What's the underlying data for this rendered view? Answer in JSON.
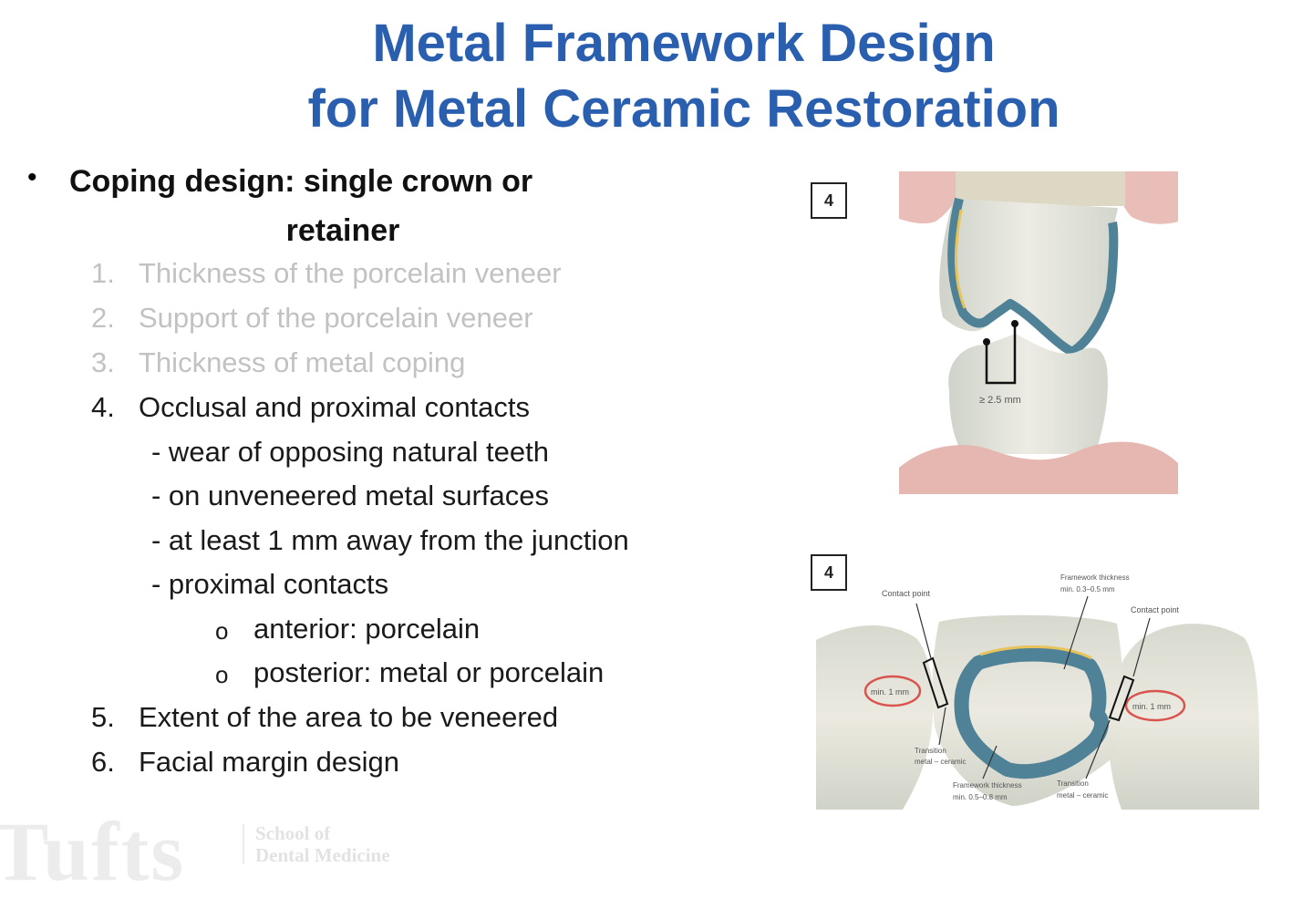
{
  "slide": {
    "title_line1": "Metal Framework Design",
    "title_line2": "for Metal Ceramic Restoration",
    "bullet": {
      "dot": "•",
      "line1": "Coping design: single crown or",
      "line2": "retainer"
    },
    "items": [
      {
        "num": "1.",
        "text": "Thickness of the porcelain veneer"
      },
      {
        "num": "2.",
        "text": "Support of the porcelain veneer"
      },
      {
        "num": "3.",
        "text": "Thickness of metal coping"
      },
      {
        "num": "4.",
        "text": "Occlusal and proximal contacts"
      },
      {
        "num": "5.",
        "text": "Extent of the area to be veneered"
      },
      {
        "num": "6.",
        "text": "Facial margin design"
      }
    ],
    "subitems": [
      "- wear of opposing natural teeth",
      "- on unveneered metal surfaces",
      "- at least 1 mm away from the junction",
      "- proximal contacts"
    ],
    "subsubitems": [
      {
        "marker": "o",
        "text": "anterior: porcelain"
      },
      {
        "marker": "o",
        "text": "posterior: metal or porcelain"
      }
    ]
  },
  "figure_top": {
    "number": "4",
    "measure_label": "≥ 2.5 mm"
  },
  "figure_bottom": {
    "number": "4",
    "labels": {
      "contact_left": "Contact point",
      "contact_right": "Contact point",
      "framework_top_1": "Framework thickness",
      "framework_top_2": "min. 0.3–0.5 mm",
      "min_left": "min. 1 mm",
      "min_right": "min. 1 mm",
      "transition_left_1": "Transition",
      "transition_left_2": "metal – ceramic",
      "framework_bottom_1": "Framework thickness",
      "framework_bottom_2": "min. 0.5–0.8 mm",
      "transition_right_1": "Transition",
      "transition_right_2": "metal – ceramic"
    }
  },
  "footer": {
    "logo": "Tufts",
    "school_line1": "School of",
    "school_line2": "Dental Medicine"
  },
  "colors": {
    "title": "#2a5fb0",
    "faded_text": "#c2c2c2",
    "metal_coping": "#4f8296",
    "porcelain_edge": "#e8c25a",
    "gum": "#e8b7b2",
    "tooth": "#e3e2d8",
    "min_circle": "#d9534f"
  }
}
